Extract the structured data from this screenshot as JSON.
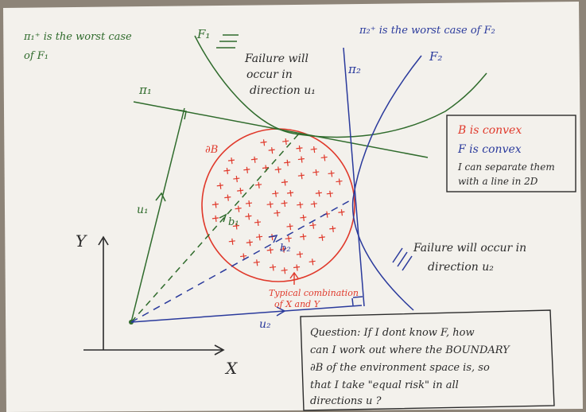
{
  "background": "#8d8478",
  "paper_color": "#f3f1ec",
  "colors": {
    "green": "#2f6b2c",
    "blue": "#2a3a9c",
    "red": "#e0392b",
    "black": "#2b2b2b"
  },
  "notes": {
    "pi1_worst_line1": "π₁⁺ is the worst case",
    "pi1_worst_line2": "of F₁",
    "pi2_worst": "π₂⁺ is the worst case of F₂",
    "failure_u1_line1": "Failure will",
    "failure_u1_line2": "occur in",
    "failure_u1_line3": "direction u₁",
    "failure_u2_line1": "Failure will occur in",
    "failure_u2_line2": "direction u₂",
    "typical_line1": "Typical combination",
    "typical_line2": "of X and Y"
  },
  "labels": {
    "F1": "F₁",
    "F2": "F₂",
    "pi1": "π₁",
    "pi2": "π₂",
    "dB": "∂B",
    "u1": "u₁",
    "u2": "u₂",
    "b1": "b₁",
    "b2": "b₂",
    "x_axis": "X",
    "y_axis": "Y"
  },
  "convex_box": {
    "line1": "B is convex",
    "line2": "F is convex",
    "line3": "I can separate them",
    "line4": "with a line in 2D"
  },
  "question_box": {
    "line1": "Question: If I dont know F, how",
    "line2": "can I work out where the BOUNDARY",
    "line3": "∂B of the environment space is, so",
    "line4": "that I take \"equal risk\" in all",
    "line5": "directions u ?"
  }
}
